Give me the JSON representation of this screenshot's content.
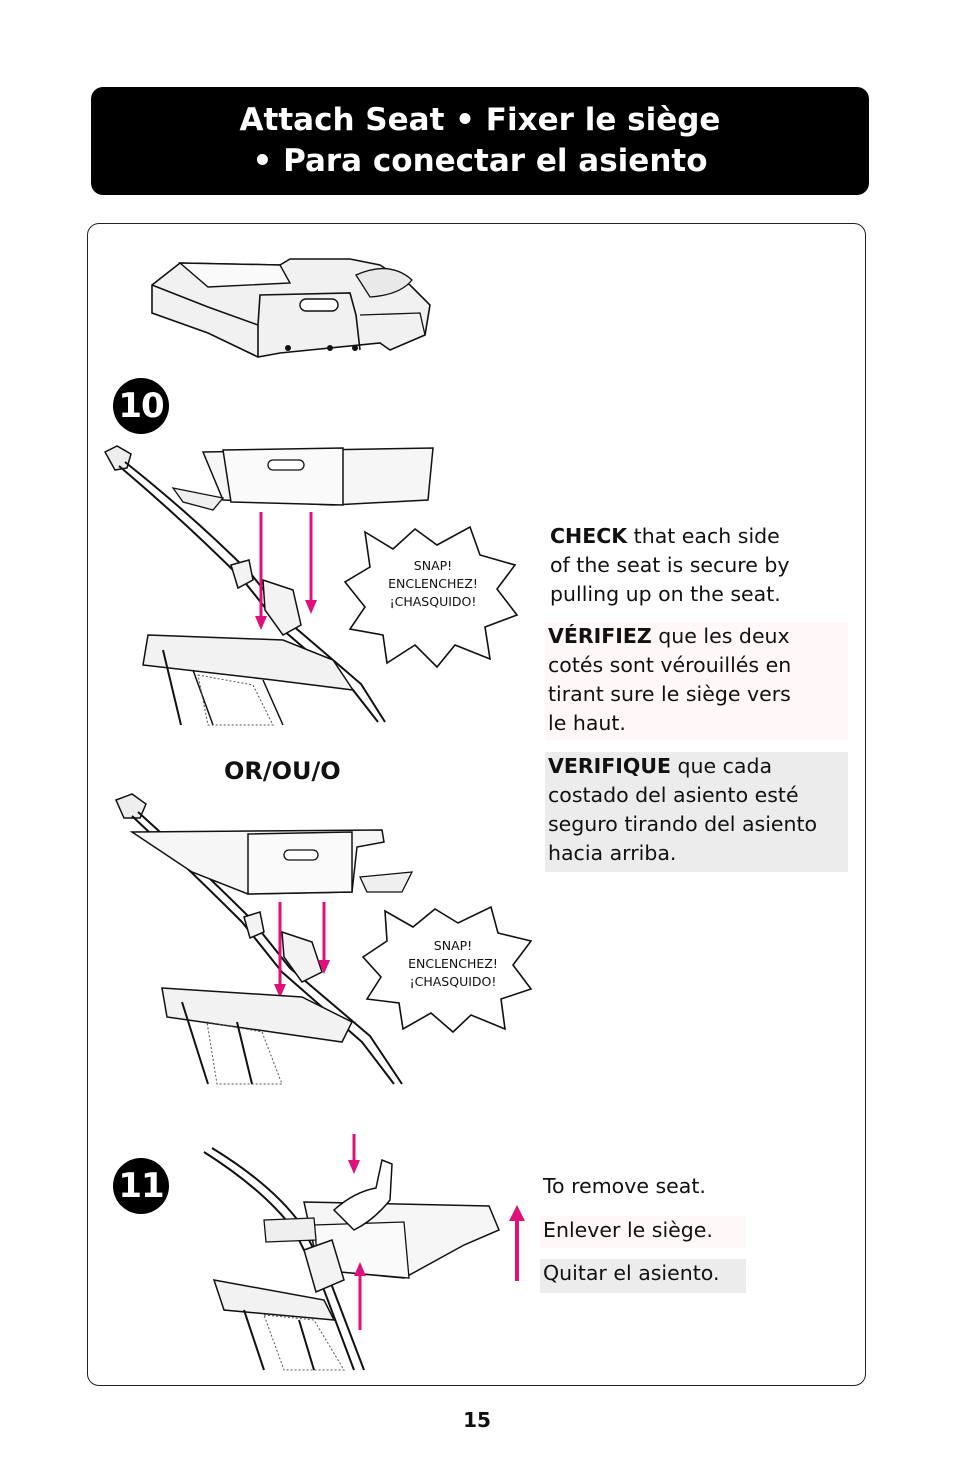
{
  "header": {
    "line1": "Attach Seat  •  Fixer le siège",
    "line2": "•  Para conectar el asiento"
  },
  "steps": {
    "step10": "10",
    "step11": "11"
  },
  "callouts": {
    "burst1": [
      "SNAP!",
      "ENCLENCHEZ!",
      "¡CHASQUIDO!"
    ],
    "burst2": [
      "SNAP!",
      "ENCLENCHEZ!",
      "¡CHASQUIDO!"
    ]
  },
  "or_label": "OR/OU/O",
  "instructions": {
    "check_en": {
      "bold": "CHECK",
      "text": " that each side of the seat is secure by pulling up on the seat."
    },
    "check_fr": {
      "bold": "VÉRIFIEZ",
      "text": " que les deux cotés sont vérouillés en tirant sure le siège vers le haut."
    },
    "check_es": {
      "bold": "VERIFIQUE",
      "text": " que cada costado del asiento esté seguro tirando del asiento hacia arriba."
    },
    "remove_en": "To remove seat.",
    "remove_fr": "Enlever le siège.",
    "remove_es": "Quitar el asiento."
  },
  "colors": {
    "accent": "#e0107a",
    "header_bg": "#000000"
  },
  "page_number": "15"
}
